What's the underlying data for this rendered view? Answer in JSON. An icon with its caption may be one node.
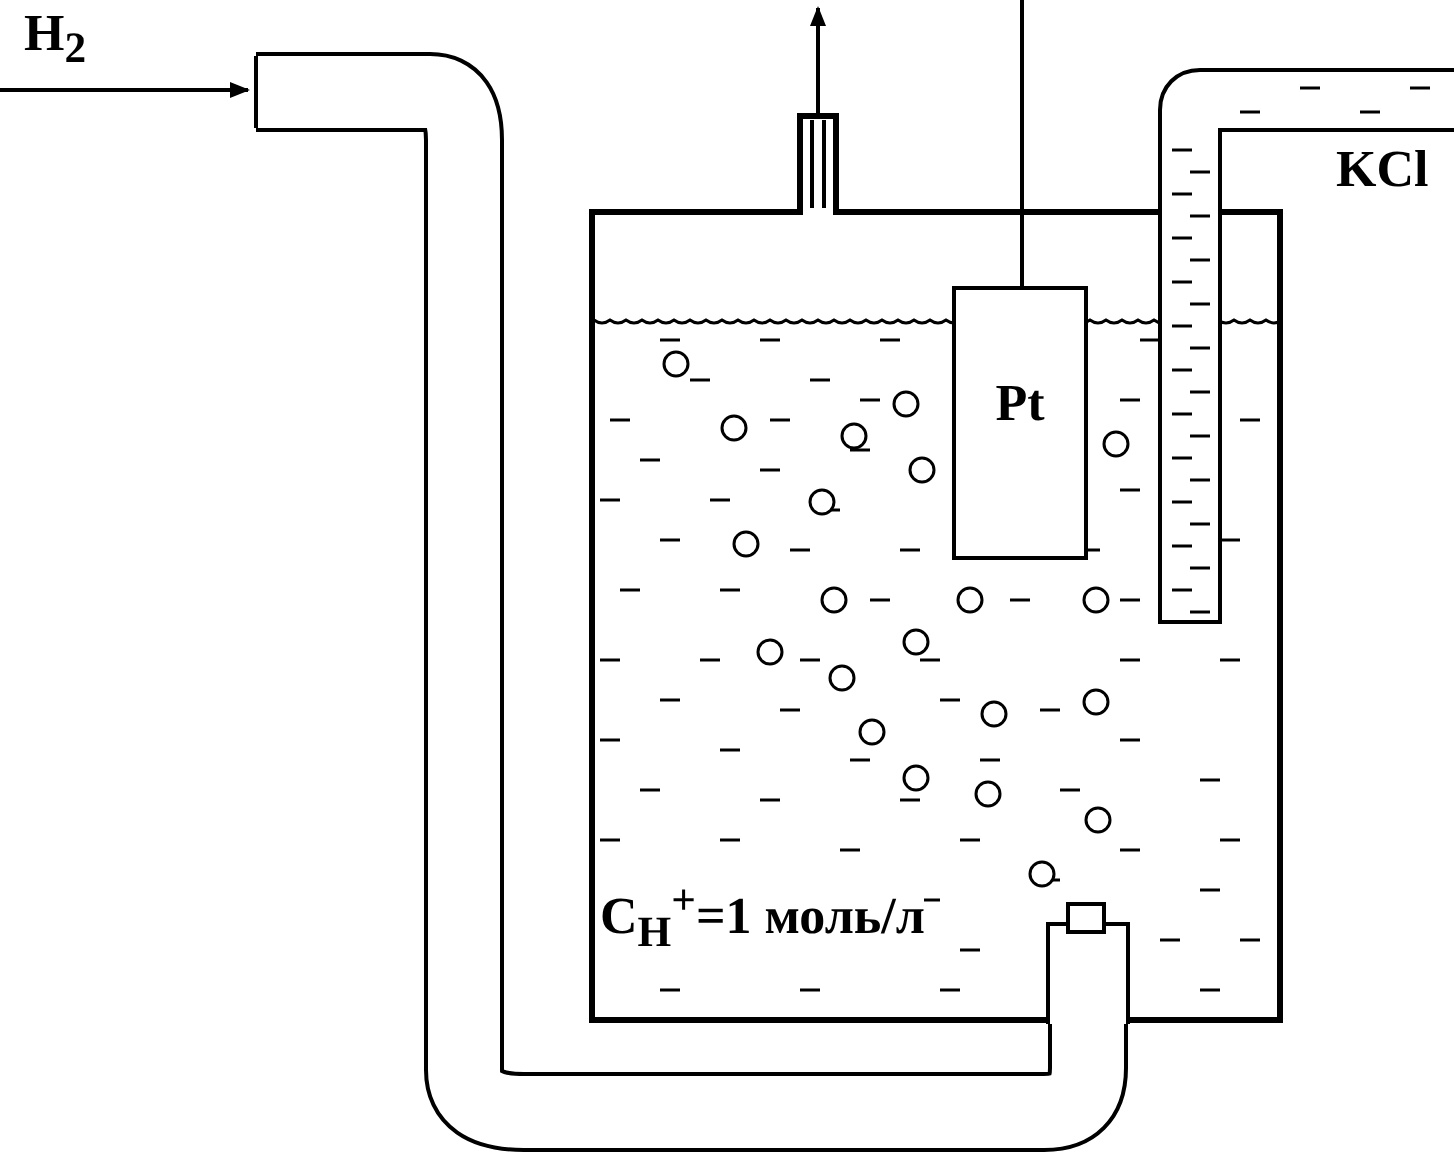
{
  "diagram": {
    "nodes": [
      {
        "text": [
          "Pt"
        ]
      }
    ],
    "labels": [
      "H$_{2}$",
      "KCl",
      "C$_{H}$$^{+}$=1 моль/л"
    ]
  }
}
